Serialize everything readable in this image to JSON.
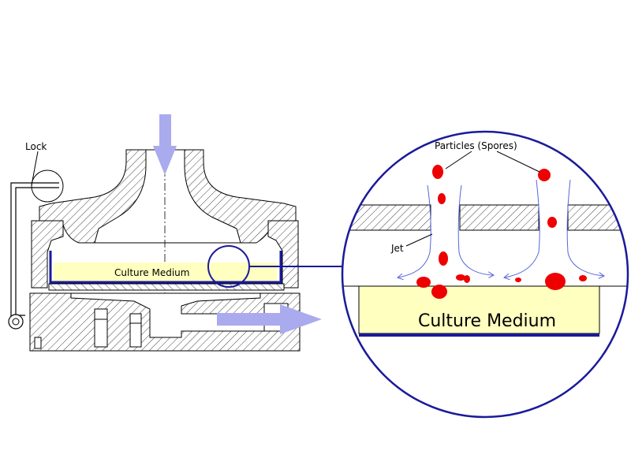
{
  "labels": {
    "lock": "Lock",
    "culture_medium_small": "Culture Medium",
    "particles": "Particles (Spores)",
    "jet": "Jet",
    "culture_medium_large": "Culture Medium"
  },
  "colors": {
    "line": "#000000",
    "hatch": "#555555",
    "navy": "#1a1a9a",
    "flow_arrow": "#aaaaee",
    "medium_fill": "#ffffc0",
    "spore": "#ee0000",
    "jet_stream": "#5566dd"
  },
  "icons": {
    "inflow": "down-arrow-icon",
    "outflow": "right-arrow-icon"
  }
}
